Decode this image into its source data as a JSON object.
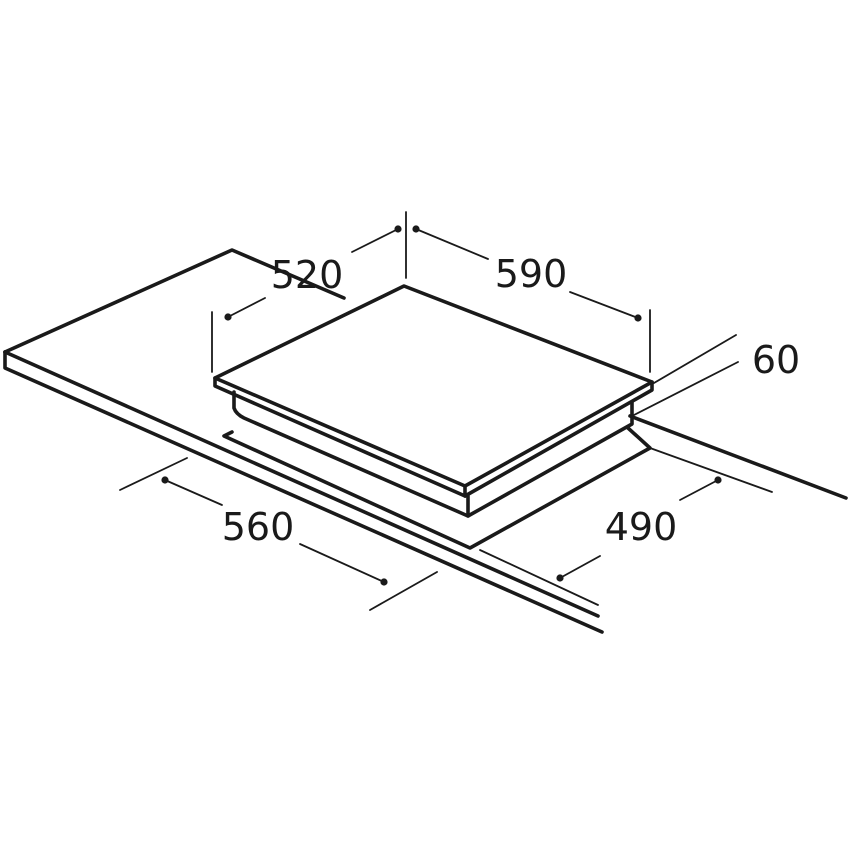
{
  "diagram": {
    "colors": {
      "line": "#1a1a1a",
      "background": "#ffffff"
    },
    "dimensions": {
      "hob_depth": "520",
      "hob_width": "590",
      "hob_height": "60",
      "cutout_width": "560",
      "cutout_depth": "490"
    }
  }
}
